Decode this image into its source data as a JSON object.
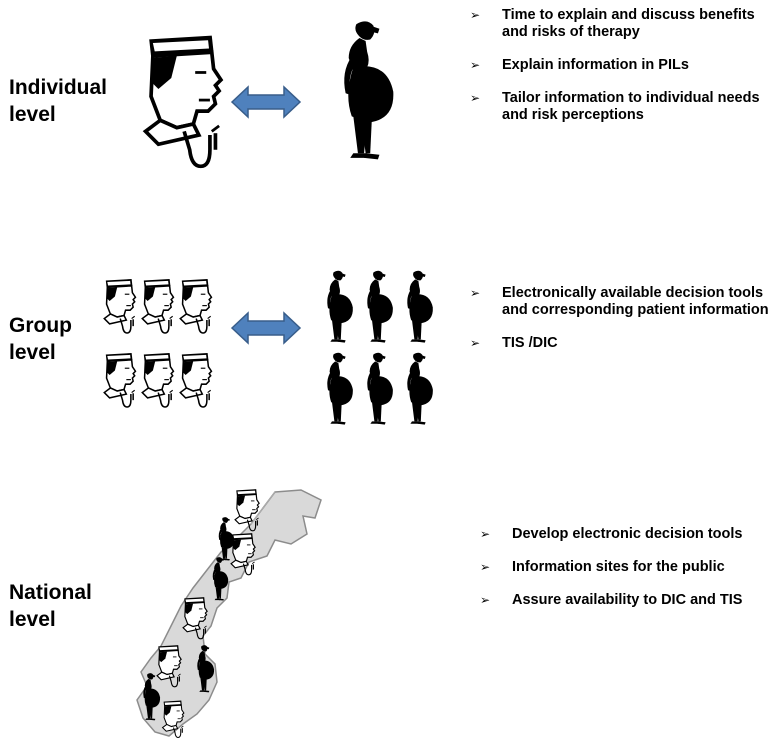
{
  "levels": [
    {
      "id": "individual",
      "label_lines": [
        "Individual",
        "level"
      ],
      "bullets": [
        "Time to explain and discuss benefits and risks of therapy",
        "Explain information in PILs",
        "Tailor information to individual needs and risk perceptions"
      ]
    },
    {
      "id": "group",
      "label_lines": [
        "Group",
        "level"
      ],
      "bullets": [
        "Electronically available decision tools and corresponding patient information",
        "TIS /DIC"
      ]
    },
    {
      "id": "national",
      "label_lines": [
        "National",
        "level"
      ],
      "bullets": [
        "Develop electronic decision tools",
        "Information sites for the public",
        "Assure availability to DIC and TIS"
      ]
    }
  ],
  "bullet_marker": "➢",
  "colors": {
    "arrow_fill": "#4f81bd",
    "arrow_stroke": "#385d8a",
    "map_fill": "#d9d9d9",
    "silhouette": "#000000"
  },
  "icons": [
    "doctor-icon",
    "pregnant-woman-icon",
    "double-arrow-icon",
    "norway-map-icon"
  ]
}
